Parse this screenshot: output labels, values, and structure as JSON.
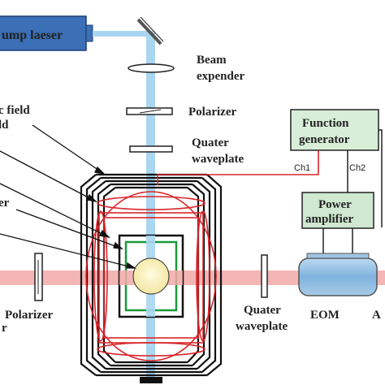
{
  "labels": {
    "pump_laser": "ump laeser",
    "beam_expender_1": "Beam",
    "beam_expender_2": "expender",
    "polarizer_top": "Polarizer",
    "quater_waveplate_top_1": "Quater",
    "quater_waveplate_top_2": "waveplate",
    "function_generator_1": "Function",
    "function_generator_2": "generator",
    "ch1": "Ch1",
    "ch2": "Ch2",
    "power_amplifier_1": "Power",
    "power_amplifier_2": "amplifier",
    "quater_waveplate_bottom_1": "Quater",
    "quater_waveplate_bottom_2": "waveplate",
    "eom": "EOM",
    "polarizer_bottom": "Polarizer",
    "cut_left_field_1": "c field",
    "cut_left_field_2": "ld",
    "cut_left_er": "er",
    "cut_left_r": "r",
    "cut_right_a": "A"
  },
  "colors": {
    "pump_laser": "#3b6fb6",
    "beam_blue": "#a9d6f0",
    "probe_red": "#f2a8a8",
    "coil_red": "#d9262b",
    "function_box": "#d9eed9",
    "amp_box": "#cfe8cf",
    "inner_green": "#1a9a3a",
    "eom_blue": "#7fb2dd"
  }
}
